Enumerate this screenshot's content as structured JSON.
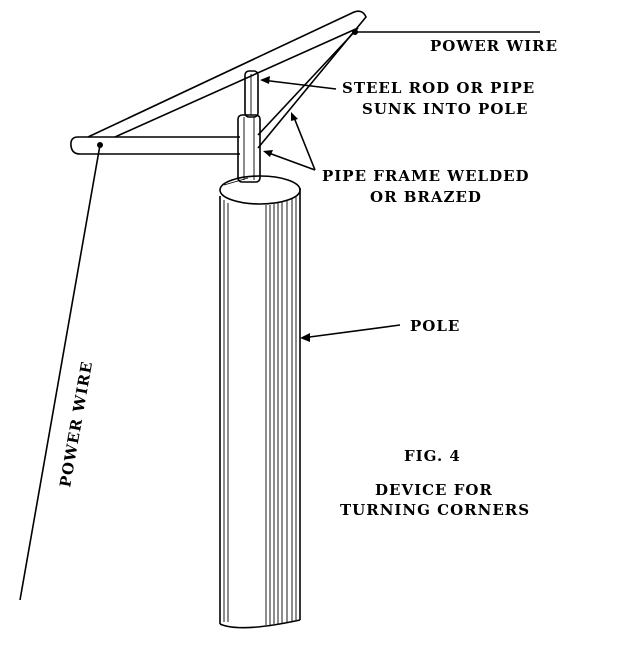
{
  "figure": {
    "labels": {
      "power_wire_top": "POWER WIRE",
      "steel_rod_line1": "STEEL ROD OR PIPE",
      "steel_rod_line2": "SUNK INTO POLE",
      "pipe_frame_line1": "PIPE FRAME WELDED",
      "pipe_frame_line2": "OR BRAZED",
      "pole": "POLE",
      "power_wire_left": "POWER WIRE",
      "fig_number": "FIG. 4",
      "caption_line1": "DEVICE FOR",
      "caption_line2": "TURNING CORNERS"
    }
  }
}
